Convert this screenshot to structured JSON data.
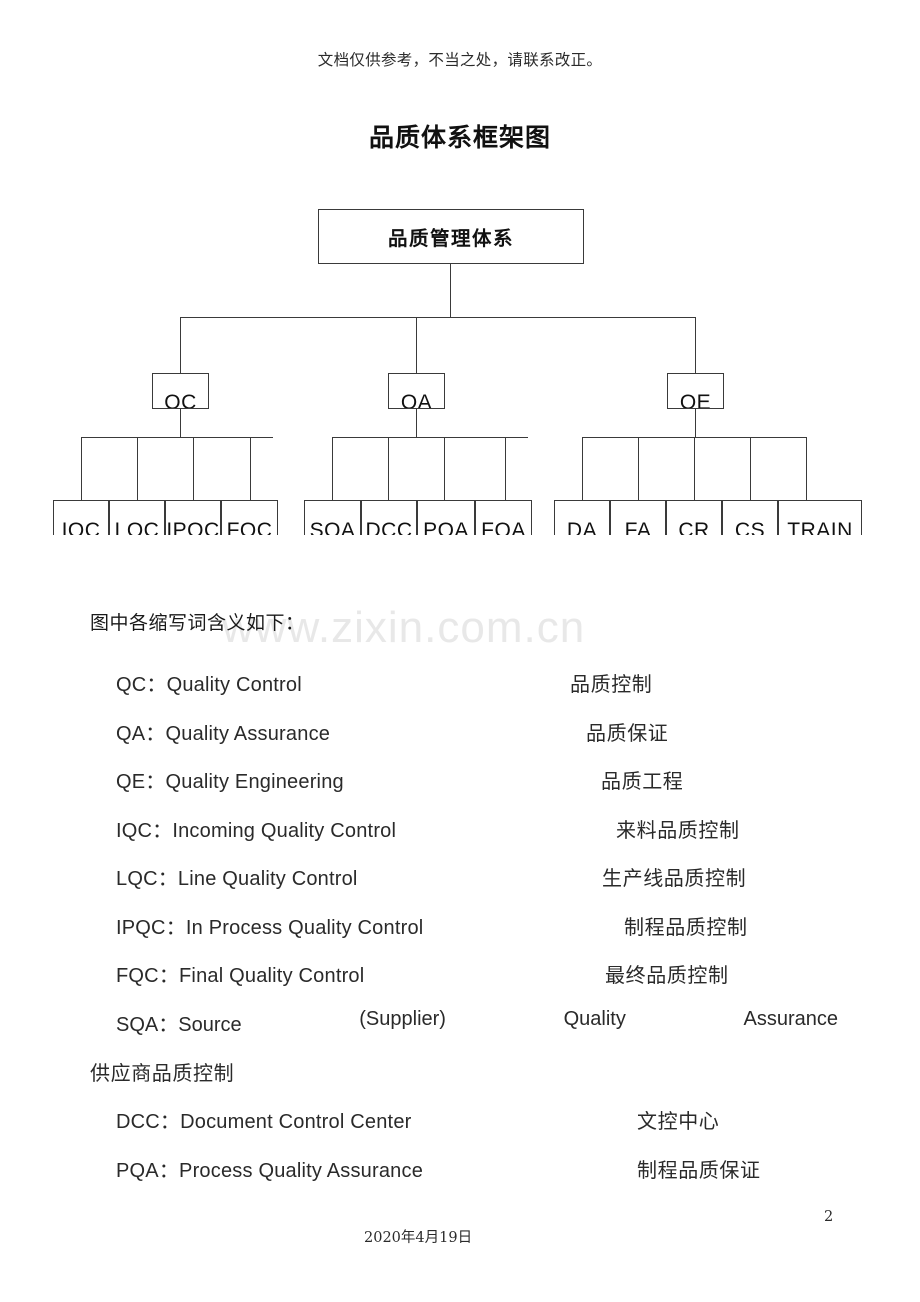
{
  "header": {
    "note": "文档仅供参考，不当之处，请联系改正。"
  },
  "title": "品质体系框架图",
  "watermark": "www.zixin.com.cn",
  "diagram": {
    "root": {
      "label": "品质管理体系"
    },
    "level2": [
      {
        "label": "QC"
      },
      {
        "label": "QA"
      },
      {
        "label": "QE"
      }
    ],
    "level3": {
      "qc": [
        {
          "label": "IQC"
        },
        {
          "label": "LQC"
        },
        {
          "label": "IPQC"
        },
        {
          "label": "FQC"
        }
      ],
      "qa": [
        {
          "label": "SQA"
        },
        {
          "label": "DCC"
        },
        {
          "label": "PQA"
        },
        {
          "label": "FQA"
        }
      ],
      "qe": [
        {
          "label": "DA"
        },
        {
          "label": "FA"
        },
        {
          "label": "CR"
        },
        {
          "label": "CS"
        },
        {
          "label": "TRAIN"
        }
      ]
    }
  },
  "legend": {
    "heading": "图中各缩写词含义如下：",
    "rows": [
      {
        "abbr": "QC：Quality Control",
        "cn": "品质控制"
      },
      {
        "abbr": "QA：Quality Assurance",
        "cn": "品质保证"
      },
      {
        "abbr": "QE：Quality Engineering",
        "cn": "品质工程"
      },
      {
        "abbr": "IQC：Incoming  Quality Control",
        "cn": "来料品质控制"
      },
      {
        "abbr": "LQC：Line Quality Control",
        "cn": "生产线品质控制"
      },
      {
        "abbr": "IPQC：In Process Quality Control",
        "cn": "制程品质控制"
      },
      {
        "abbr": "FQC：Final Quality Control",
        "cn": "最终品质控制"
      }
    ],
    "sqa": {
      "part1": "SQA：Source",
      "part2": "(Supplier)",
      "part3": "Quality",
      "part4": "Assurance",
      "cn": "供应商品质控制"
    },
    "rows_tail": [
      {
        "abbr": "DCC：Document Control Center",
        "cn": "文控中心"
      },
      {
        "abbr": "PQA：Process Quality Assurance",
        "cn": "制程品质保证"
      }
    ]
  },
  "footer": {
    "date": "2020年4月19日",
    "page": "2"
  }
}
